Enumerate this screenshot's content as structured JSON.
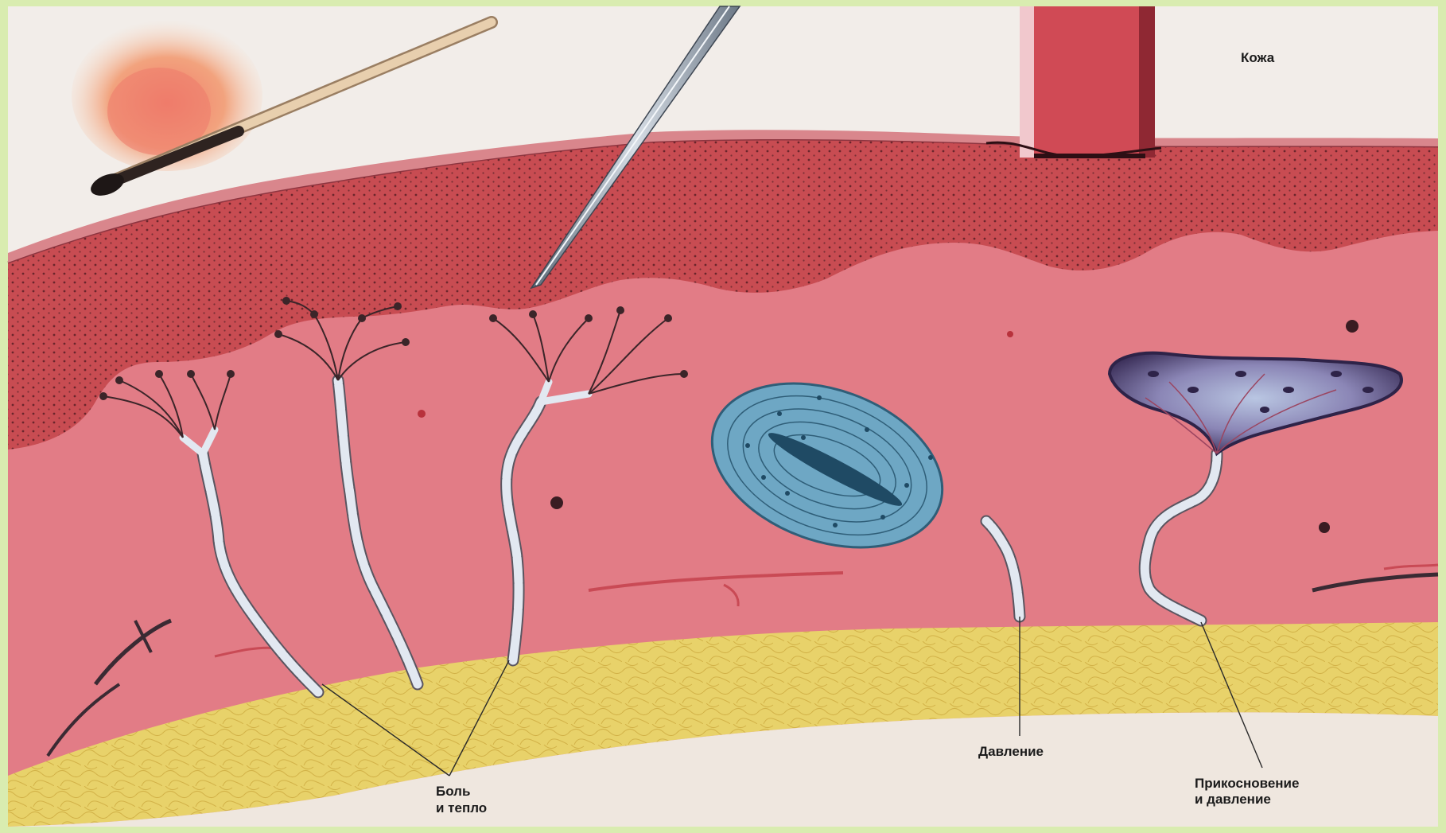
{
  "labels": {
    "skin": "Кожа",
    "pain_line1": "Боль",
    "pain_line2": "и тепло",
    "pressure": "Давление",
    "touch_line1": "Прикосновение",
    "touch_line2": "и давление"
  },
  "colors": {
    "frame": "#d9ecb0",
    "page": "#f2ede9",
    "dermis": "#e27c86",
    "epidermis": "#c84c52",
    "fat": "#e8d26a",
    "nerve": "#dfe6ef",
    "pacinian": "#6ea7c4",
    "meissner": "#5a4f86",
    "hair": "#c0404a"
  },
  "icons": {
    "match": "match-icon",
    "flame": "flame-icon",
    "needle": "needle-icon",
    "hair": "hair-shaft-icon"
  }
}
